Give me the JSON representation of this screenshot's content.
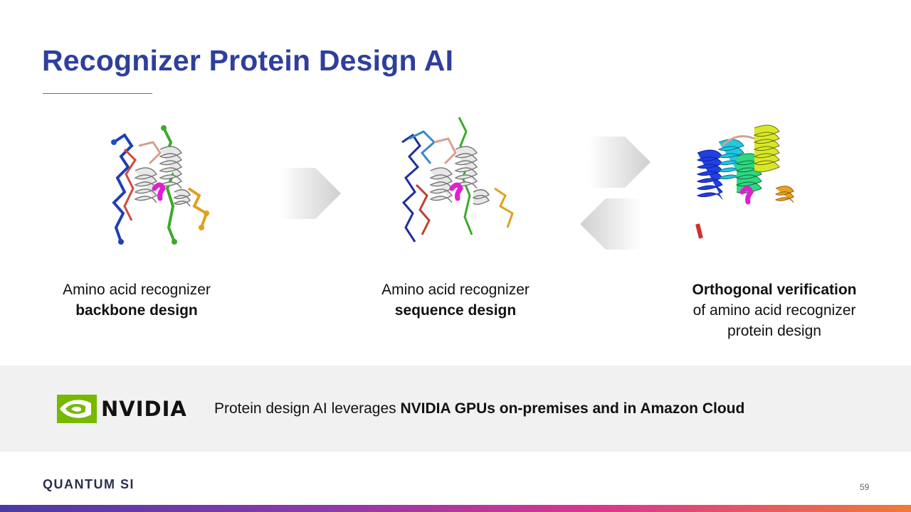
{
  "slide": {
    "title": "Recognizer Protein Design AI",
    "page_number": "59"
  },
  "steps": [
    {
      "line1": "Amino acid recognizer",
      "line2": "backbone design",
      "image_icon": "protein-backbone-structure"
    },
    {
      "line1": "Amino acid recognizer",
      "line2": "sequence design",
      "image_icon": "protein-sequence-structure"
    },
    {
      "line1_bold": "Orthogonal verification",
      "line2": "of amino acid recognizer",
      "line3": "protein design",
      "image_icon": "protein-rainbow-structure"
    }
  ],
  "band": {
    "logo_text": "NVIDIA",
    "text_regular": "Protein design AI leverages ",
    "text_bold": "NVIDIA GPUs on-premises and in Amazon Cloud"
  },
  "footer": {
    "brand": "QUANTUM SI"
  },
  "colors": {
    "title": "#2e3f9c",
    "nvidia_green": "#76b900",
    "band_bg": "#f1f1f1"
  }
}
